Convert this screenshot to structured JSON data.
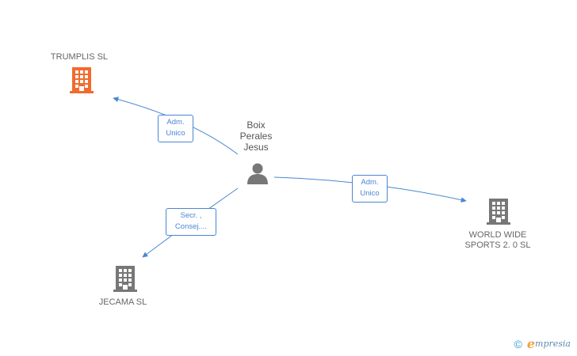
{
  "colors": {
    "edge": "#4a86d4",
    "highlight_company": "#f26a2e",
    "company": "#777777",
    "person": "#777777"
  },
  "nodes": {
    "center": {
      "label": "Boix\nPerales\nJesus",
      "icon": "person-icon"
    },
    "trumplis": {
      "label": "TRUMPLIS SL",
      "icon": "building-icon"
    },
    "world_wide": {
      "label": "WORLD WIDE\nSPORTS 2. 0 SL",
      "icon": "building-icon"
    },
    "jecama": {
      "label": "JECAMA SL",
      "icon": "building-icon"
    }
  },
  "edges": {
    "to_trumplis": {
      "label": "Adm.\nUnico"
    },
    "to_world_wide": {
      "label": "Adm.\nUnico"
    },
    "to_jecama": {
      "label": "Secr. ,\nConsej...."
    }
  },
  "footer": {
    "copyright": "©",
    "brand_initial": "e",
    "brand_rest": "mpresia"
  }
}
